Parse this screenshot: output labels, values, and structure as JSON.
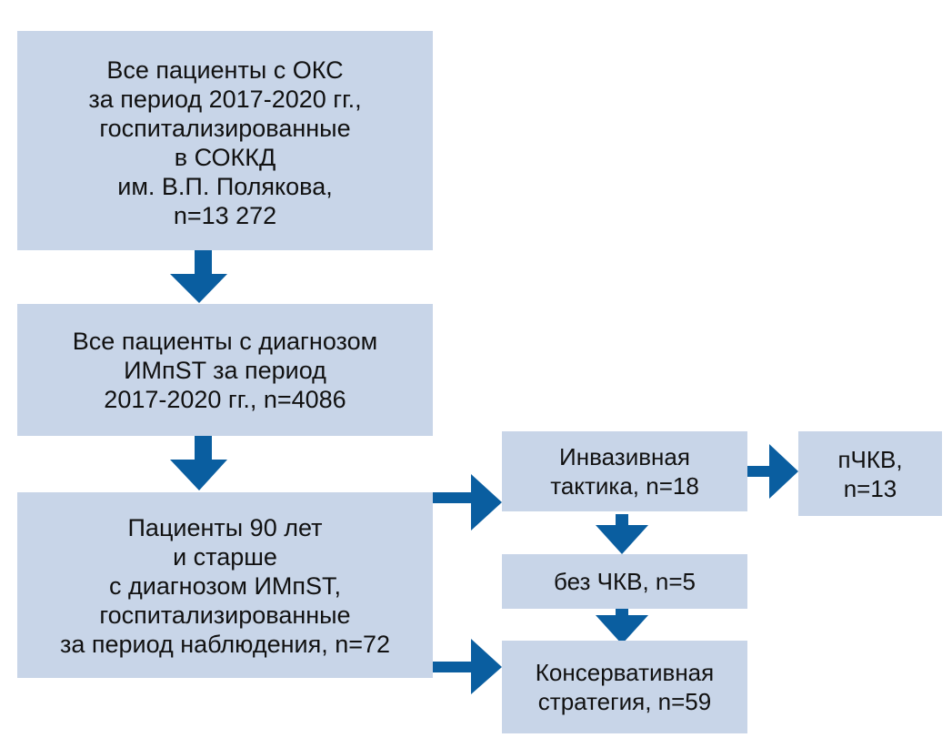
{
  "diagram": {
    "type": "flowchart",
    "colors": {
      "box_fill": "#c8d5e8",
      "arrow": "#0a5ea0",
      "text": "#111111"
    },
    "boxes": {
      "all_acs": {
        "lines": [
          "Все пациенты с ОКС",
          "за период 2017-2020 гг.,",
          "госпитализированные",
          "в СОККД",
          "им. В.П. Полякова,",
          "n=13 272"
        ]
      },
      "stemi": {
        "lines": [
          "Все пациенты с диагнозом",
          "ИМпST за период",
          "2017-2020 гг., n=4086"
        ]
      },
      "age_90_plus": {
        "lines": [
          "Пациенты 90 лет",
          "и старше",
          "с диагнозом ИМпST,",
          "госпитализированные",
          "за период наблюдения, n=72"
        ]
      },
      "invasive": {
        "lines": [
          "Инвазивная",
          "тактика, n=18"
        ]
      },
      "pci": {
        "lines": [
          "пЧКВ,",
          "n=13"
        ]
      },
      "no_pci": {
        "lines": [
          "без ЧКВ, n=5"
        ]
      },
      "conservative": {
        "lines": [
          "Консервативная",
          "стратегия, n=59"
        ]
      }
    },
    "edges": [
      {
        "from": "all_acs",
        "to": "stemi",
        "direction": "down"
      },
      {
        "from": "stemi",
        "to": "age_90_plus",
        "direction": "down"
      },
      {
        "from": "age_90_plus",
        "to": "invasive",
        "direction": "right"
      },
      {
        "from": "age_90_plus",
        "to": "conservative",
        "direction": "right"
      },
      {
        "from": "invasive",
        "to": "pci",
        "direction": "right"
      },
      {
        "from": "invasive",
        "to": "no_pci",
        "direction": "down"
      },
      {
        "from": "no_pci",
        "to": "conservative",
        "direction": "down"
      }
    ]
  }
}
